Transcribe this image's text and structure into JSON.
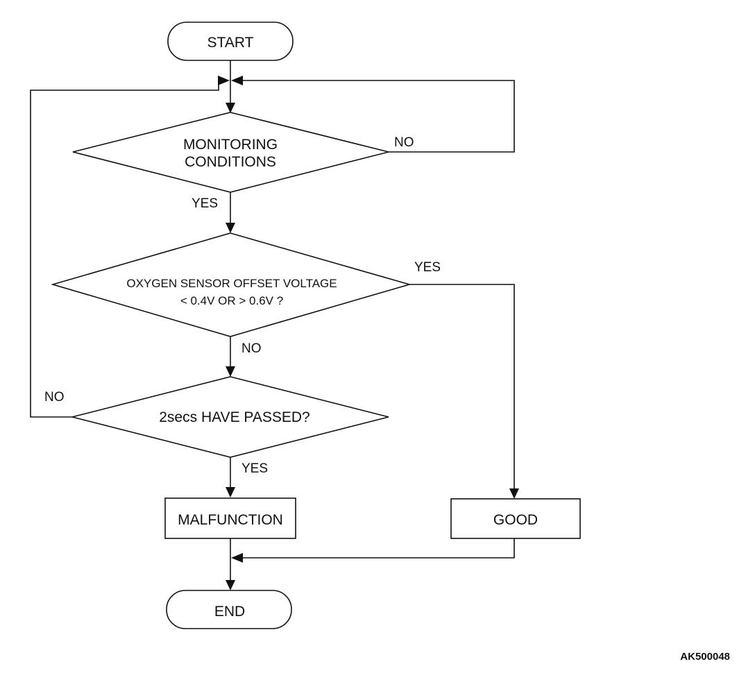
{
  "nodes": {
    "start": "START",
    "monitoring_line1": "MONITORING",
    "monitoring_line2": "CONDITIONS",
    "offset_line1": "OXYGEN SENSOR OFFSET VOLTAGE",
    "offset_line2": "< 0.4V OR > 0.6V ?",
    "passed": "2secs HAVE PASSED?",
    "malfunction": "MALFUNCTION",
    "good": "GOOD",
    "end": "END"
  },
  "edges": {
    "monitoring_no": "NO",
    "monitoring_yes": "YES",
    "offset_yes": "YES",
    "offset_no": "NO",
    "passed_no": "NO",
    "passed_yes": "YES"
  },
  "figure_code": "AK500048",
  "colors": {
    "stroke": "#111111",
    "background": "#ffffff"
  }
}
